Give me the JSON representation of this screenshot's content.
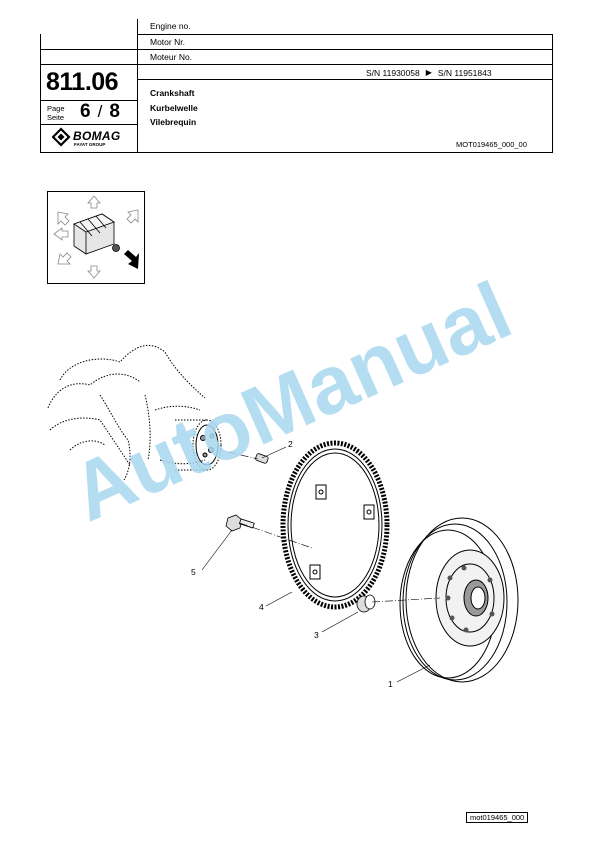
{
  "header": {
    "engine_labels": [
      "Engine no.",
      "Motor Nr.",
      "Moteur No."
    ],
    "section_number": "811.06",
    "page_label": "Page",
    "seite_label": "Seite",
    "page_current": "6",
    "page_separator": "/",
    "page_total": "8",
    "brand_name": "BOMAG",
    "brand_sub": "FAYAT GROUP",
    "sn_from": "S/N 11930058",
    "sn_arrow": "▶",
    "sn_to": "S/N 11951843",
    "titles": [
      "Crankshaft",
      "Kurbelwelle",
      "Vilebrequin"
    ],
    "doc_code": "MOT019465_000_00"
  },
  "diagram": {
    "callouts": [
      "1",
      "2",
      "3",
      "4",
      "5"
    ],
    "watermark": "AutoManual",
    "image_code": "mot019465_000"
  },
  "colors": {
    "watermark": "#a9d8f0",
    "line": "#000000"
  }
}
